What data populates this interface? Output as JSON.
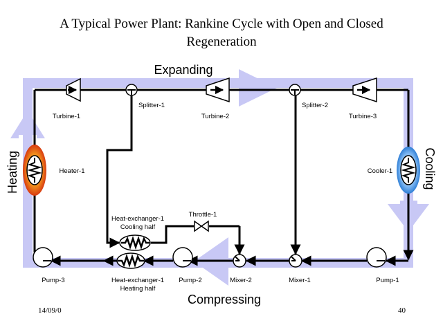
{
  "title": {
    "line1": "A Typical Power Plant: Rankine Cycle with Open and Closed",
    "line2": "Regeneration"
  },
  "flow_labels": {
    "expanding": "Expanding",
    "compressing": "Compressing",
    "heating": "Heating",
    "cooling": "Cooling"
  },
  "components": {
    "turbine1": "Turbine-1",
    "splitter1": "Splitter-1",
    "turbine2": "Turbine-2",
    "splitter2": "Splitter-2",
    "turbine3": "Turbine-3",
    "heater1": "Heater-1",
    "cooler1": "Cooler-1",
    "hx_cooling_1": "Heat-exchanger-1",
    "hx_cooling_2": "Cooling half",
    "throttle1": "Throttle-1",
    "pump3": "Pump-3",
    "hx_heating_1": "Heat-exchanger-1",
    "hx_heating_2": "Heating half",
    "pump2": "Pump-2",
    "mixer2": "Mixer-2",
    "mixer1": "Mixer-1",
    "pump1": "Pump-1"
  },
  "footer": {
    "date": "14/09/0",
    "page": "40"
  },
  "colors": {
    "flow_band": "#c8c8f5",
    "line": "#000000",
    "heater_glow": "#e05010",
    "cooler_glow": "#3a8cd8"
  }
}
